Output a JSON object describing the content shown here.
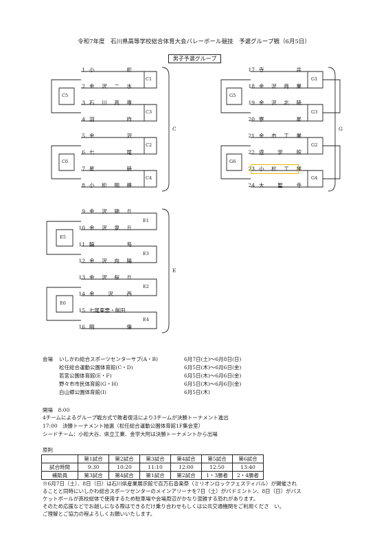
{
  "header": {
    "title": "令和7年度　石川県高等学校総合体育大会バレーボール競技　予選グループ戦（6月5日）",
    "group_title": "男子予選グループ"
  },
  "groups": {
    "C": {
      "label": "C",
      "sub": [
        "C1",
        "C2",
        "C3",
        "C4",
        "C5",
        "C6"
      ]
    },
    "G": {
      "label": "G",
      "sub": [
        "G1",
        "G2",
        "G3",
        "G4",
        "G5",
        "G6"
      ]
    },
    "E": {
      "label": "E",
      "sub": [
        "E1",
        "E2",
        "E3",
        "E4",
        "E5",
        "E6"
      ]
    }
  },
  "teams_c": [
    {
      "num": "1",
      "name": "小　松"
    },
    {
      "num": "2",
      "name": "金沢二水"
    },
    {
      "num": "3",
      "name": "石川高専"
    },
    {
      "num": "4",
      "name": "羽　咋"
    },
    {
      "num": "5",
      "name": "金　沢"
    },
    {
      "num": "6",
      "name": "七　尾"
    },
    {
      "num": "7",
      "name": "星　稜"
    },
    {
      "num": "8",
      "name": "小松明峰"
    }
  ],
  "teams_g": [
    {
      "num": "17",
      "name": "寺　井"
    },
    {
      "num": "18",
      "name": "金沢商業"
    },
    {
      "num": "19",
      "name": "金沢北陵"
    },
    {
      "num": "20",
      "name": "寮　星"
    },
    {
      "num": "21",
      "name": "金市工業"
    },
    {
      "num": "22",
      "name": "遊学館"
    },
    {
      "num": "23",
      "name": "小松工業"
    },
    {
      "num": "24",
      "name": "大聖寺"
    }
  ],
  "teams_e": [
    {
      "num": "9",
      "name": "金沢錦丘"
    },
    {
      "num": "10",
      "name": "金沢泉丘"
    },
    {
      "num": "11",
      "name": "輪　島"
    },
    {
      "num": "12",
      "name": "金沢向陽"
    },
    {
      "num": "13",
      "name": "金沢桜丘"
    },
    {
      "num": "14",
      "name": "金沢西"
    },
    {
      "num": "15",
      "name": "七尾東雲・飯田"
    },
    {
      "num": "16",
      "name": "明　倫"
    }
  ],
  "venues": {
    "label": "会場",
    "items": [
      {
        "name": "いしかわ総合スポーツセンターサブ(A・B)",
        "date": "6月7日(土)～6月8日(日)"
      },
      {
        "name": "松任総合運動公園体育館(C・D)",
        "date": "6月5日(木)～6月6日(金)"
      },
      {
        "name": "若宮公園体育館(E・F)",
        "date": "6月5日(木)～6月6日(金)"
      },
      {
        "name": "野々市市民体育館(G・H)",
        "date": "6月5日(木)～6月6日(金)"
      },
      {
        "name": "白山郷公園体育館(I)",
        "date": "6月5日(木)"
      }
    ]
  },
  "info": {
    "open": "開場　8:00",
    "format": "4チームによるグループ戦方式で敗者復活により3チームが決勝トーナメント進出",
    "draw": "17:00　決勝トーナメント抽選（松任総合運動公園体育館1F集会室）",
    "seed": "シードチーム：小松大谷、県立工業、金学大附は決勝トーナメントから出場"
  },
  "schedule": {
    "label": "原則",
    "headers": [
      "",
      "第1試合",
      "第2試合",
      "第3試合",
      "第4試合",
      "第5試合",
      "第6試合"
    ],
    "rows": [
      [
        "試合時間",
        "9:30",
        "10:20",
        "11:10",
        "12:00",
        "12:50",
        "13:40"
      ],
      [
        "補助員",
        "第3試合",
        "第4試合",
        "第1試合",
        "第2試合",
        "1・3勝者",
        "2・4勝者"
      ]
    ]
  },
  "notes": [
    "※6月7日（土）、8日（日）は石川県産業展示館で百万石音楽祭（ミリオンロックフェスティバル）が開催され",
    "ることと同時にいしかわ総合スポーツセンターのメインアリーナを7日（土）がバドミントン、8日（日）がバス",
    "ケットボールが高校総体で使用するため駐車場や会場周辺がかなり混雑する恐れがあります。",
    "そのため応援などでお越しになる際はできるだけ乗り合わせもしくは公共交通機関をご利用くださ　い。",
    "ご理解とご協力の程よろしくお願いいたします。"
  ]
}
